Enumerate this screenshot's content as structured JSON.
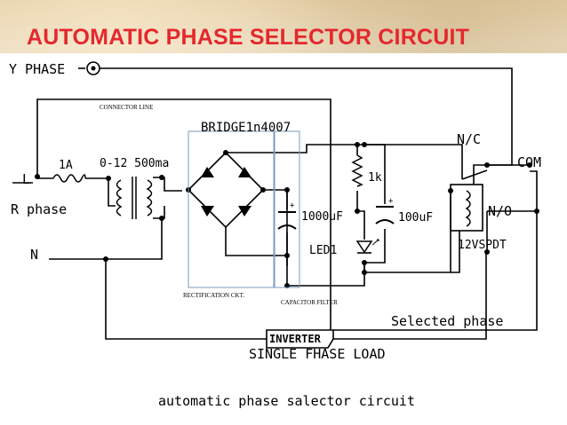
{
  "slide": {
    "title": "AUTOMATIC PHASE SELECTOR CIRCUIT",
    "title_color": "#e4282d"
  },
  "diagram": {
    "labels": {
      "y_phase": "Y PHASE",
      "connector_line": "CONNECTOR LINE",
      "bridge": "BRIDGE1n4007",
      "nc": "N/C",
      "com": "COM",
      "no": "N/O",
      "l": "L",
      "fuse": "1A",
      "transformer": "0-12  500ma",
      "r_phase": "R phase",
      "n": "N",
      "resistor": "1k",
      "cap1": "1000uF",
      "cap2": "100uF",
      "led": "LED1",
      "relay": "12VSPDT",
      "rect_ckt": "RECTIFICATION CKT.",
      "cap_filter": "CAPACITOR FILTER",
      "selected_phase": "Selected phase",
      "inverter": "INVERTER",
      "load": "SINGLE FHASE LOAD",
      "caption": "automatic phase salector circuit"
    },
    "colors": {
      "wire": "#000000",
      "highlight_box": "#7a9bbd"
    }
  }
}
